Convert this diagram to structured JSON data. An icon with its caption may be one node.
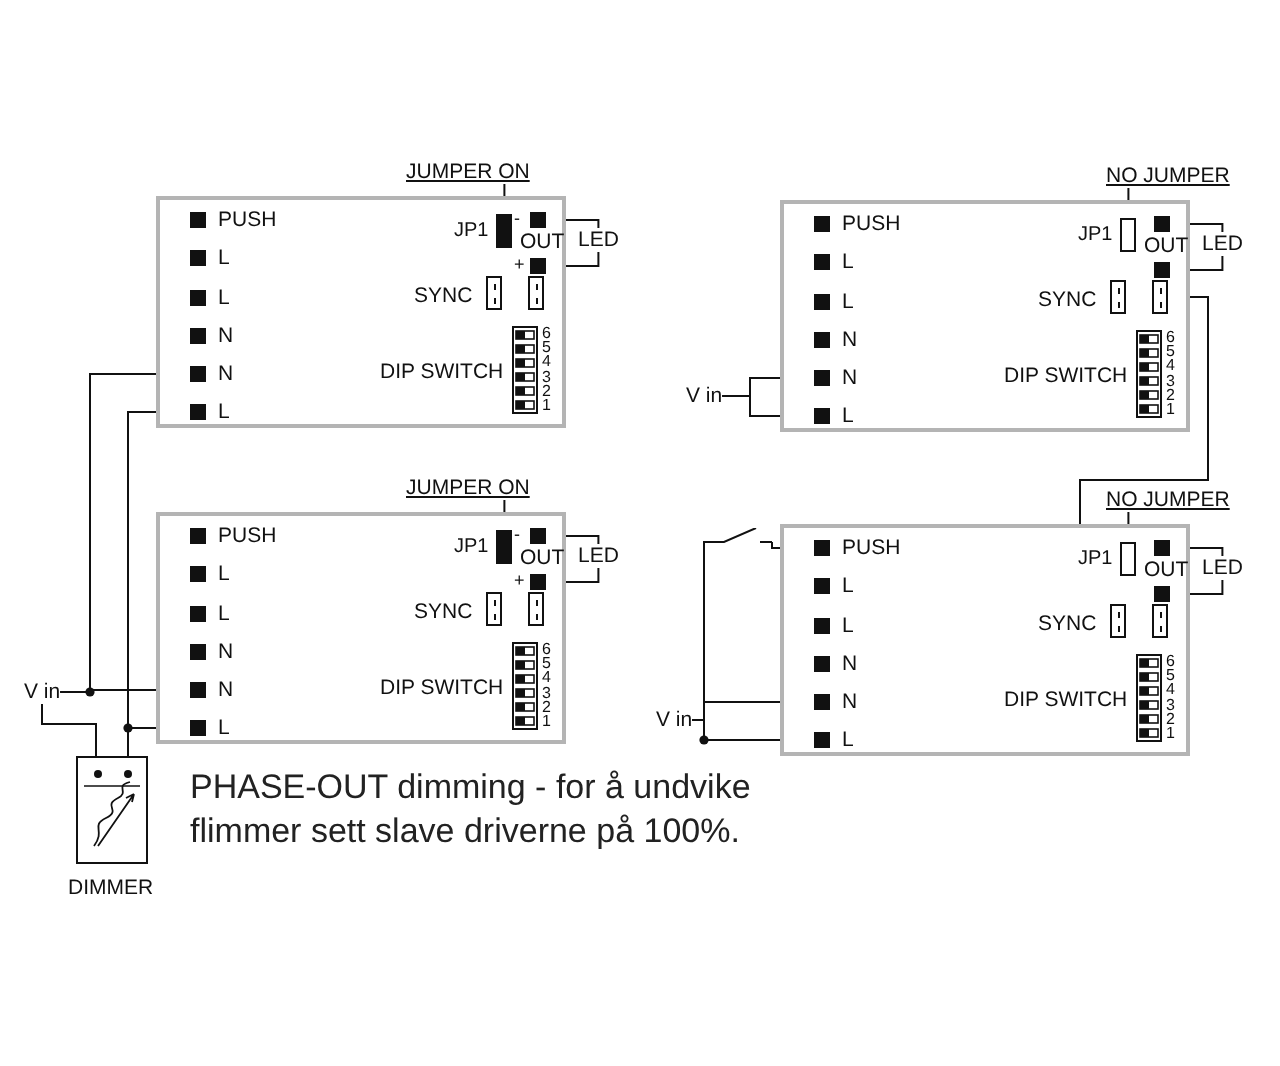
{
  "diagram": {
    "caption": "PHASE-OUT dimming - for å undvike flimmer sett slave driverne på 100%.",
    "nodes": [
      {
        "text": [
          "JUMPER ON"
        ]
      },
      {
        "text": [],
        "shape": "box"
      },
      {
        "text": [
          "PUSH"
        ],
        "in": 1
      },
      {
        "text": [
          "L"
        ],
        "in": 1
      },
      {
        "text": [
          "L"
        ],
        "in": 1
      },
      {
        "text": [
          "N"
        ],
        "in": 1
      },
      {
        "text": [
          "N"
        ],
        "in": 1
      },
      {
        "text": [
          "L"
        ],
        "in": 1
      },
      {
        "text": [
          "JP1"
        ],
        "in": 1
      },
      {
        "text": [],
        "shape": "box",
        "in": 1,
        "beside": [
          "-"
        ]
      },
      {
        "text": [],
        "shape": "box",
        "in": 1,
        "beside": [
          "+"
        ]
      },
      {
        "text": [
          "LED"
        ]
      },
      {
        "text": [],
        "shape": "box",
        "in": 1
      },
      {
        "text": [],
        "shape": "box",
        "in": 1
      },
      {
        "text": [],
        "shape": "box",
        "in": 1,
        "beside": [
          "6",
          "5",
          "4",
          "3",
          "2",
          "1"
        ]
      },
      {
        "text": [
          "NO JUMPER"
        ]
      },
      {
        "text": [],
        "shape": "box"
      },
      {
        "text": [
          "PUSH"
        ],
        "in": 16
      },
      {
        "text": [
          "L"
        ],
        "in": 16
      },
      {
        "text": [
          "L"
        ],
        "in": 16
      },
      {
        "text": [
          "N"
        ],
        "in": 16
      },
      {
        "text": [
          "N"
        ],
        "in": 16
      },
      {
        "text": [
          "L"
        ],
        "in": 16
      },
      {
        "text": [
          "JP1"
        ],
        "in": 16
      },
      {
        "text": [],
        "shape": "box",
        "in": 16
      },
      {
        "text": [],
        "shape": "box",
        "in": 16
      },
      {
        "text": [
          "LED"
        ]
      },
      {
        "text": [],
        "shape": "box",
        "in": 16
      },
      {
        "text": [],
        "shape": "box",
        "in": 16
      },
      {
        "text": [],
        "shape": "box",
        "in": 16,
        "beside": [
          "6",
          "5",
          "4",
          "3",
          "2",
          "1"
        ]
      },
      {
        "text": [
          "JUMPER ON"
        ]
      },
      {
        "text": [],
        "shape": "box"
      },
      {
        "text": [
          "PUSH"
        ],
        "in": 31
      },
      {
        "text": [
          "L"
        ],
        "in": 31
      },
      {
        "text": [
          "L"
        ],
        "in": 31
      },
      {
        "text": [
          "N"
        ],
        "in": 31
      },
      {
        "text": [
          "N"
        ],
        "in": 31
      },
      {
        "text": [
          "L"
        ],
        "in": 31
      },
      {
        "text": [
          "JP1"
        ],
        "in": 31
      },
      {
        "text": [],
        "shape": "box",
        "in": 31,
        "beside": [
          "-"
        ]
      },
      {
        "text": [],
        "shape": "box",
        "in": 31,
        "beside": [
          "+"
        ]
      },
      {
        "text": [
          "LED"
        ]
      },
      {
        "text": [],
        "shape": "box",
        "in": 31
      },
      {
        "text": [],
        "shape": "box",
        "in": 31
      },
      {
        "text": [],
        "shape": "box",
        "in": 31,
        "beside": [
          "6",
          "5",
          "4",
          "3",
          "2",
          "1"
        ]
      },
      {
        "text": [
          "NO JUMPER"
        ]
      },
      {
        "text": [],
        "shape": "box"
      },
      {
        "text": [
          "PUSH"
        ],
        "in": 46
      },
      {
        "text": [
          "L"
        ],
        "in": 46
      },
      {
        "text": [
          "L"
        ],
        "in": 46
      },
      {
        "text": [
          "N"
        ],
        "in": 46
      },
      {
        "text": [
          "N"
        ],
        "in": 46
      },
      {
        "text": [
          "L"
        ],
        "in": 46
      },
      {
        "text": [
          "JP1"
        ],
        "in": 46
      },
      {
        "text": [],
        "shape": "box",
        "in": 46
      },
      {
        "text": [],
        "shape": "box",
        "in": 46
      },
      {
        "text": [
          "LED"
        ]
      },
      {
        "text": [],
        "shape": "box",
        "in": 46
      },
      {
        "text": [],
        "shape": "box",
        "in": 46
      },
      {
        "text": [],
        "shape": "box",
        "in": 46,
        "beside": [
          "6",
          "5",
          "4",
          "3",
          "2",
          "1"
        ]
      },
      {
        "text": [
          "V in"
        ]
      },
      {
        "text": [
          "DIMMER"
        ]
      },
      {
        "text": [
          "V in"
        ]
      },
      {
        "text": [
          "V in"
        ]
      },
      {
        "text": [],
        "shape": "switch"
      }
    ],
    "edges": [
      {
        "from": 0,
        "to": 8,
        "arrow": "none"
      },
      {
        "from": 9,
        "to": 11,
        "arrow": "none"
      },
      {
        "from": 10,
        "to": 11,
        "arrow": "none"
      },
      {
        "from": 15,
        "to": 23,
        "arrow": "none"
      },
      {
        "from": 24,
        "to": 26,
        "arrow": "none"
      },
      {
        "from": 25,
        "to": 26,
        "arrow": "none"
      },
      {
        "from": 30,
        "to": 38,
        "arrow": "none"
      },
      {
        "from": 39,
        "to": 41,
        "arrow": "none"
      },
      {
        "from": 40,
        "to": 41,
        "arrow": "none"
      },
      {
        "from": 45,
        "to": 53,
        "arrow": "none"
      },
      {
        "from": 54,
        "to": 56,
        "arrow": "none"
      },
      {
        "from": 55,
        "to": 56,
        "arrow": "none"
      },
      {
        "from": 60,
        "to": 6,
        "arrow": "none"
      },
      {
        "from": 60,
        "to": 36,
        "arrow": "none"
      },
      {
        "from": 60,
        "to": 61,
        "arrow": "none"
      },
      {
        "from": 61,
        "to": 7,
        "arrow": "none"
      },
      {
        "from": 61,
        "to": 37,
        "arrow": "none"
      },
      {
        "from": 62,
        "to": 21,
        "arrow": "none"
      },
      {
        "from": 62,
        "to": 22,
        "arrow": "none"
      },
      {
        "from": 28,
        "to": 57,
        "arrow": "none"
      },
      {
        "from": 63,
        "to": 64,
        "arrow": "none"
      },
      {
        "from": 64,
        "to": 47,
        "arrow": "none"
      },
      {
        "from": 63,
        "to": 51,
        "arrow": "none"
      },
      {
        "from": 63,
        "to": 52,
        "arrow": "none"
      }
    ],
    "labels": [
      "OUT",
      "SYNC",
      "DIP SWITCH",
      "OUT",
      "SYNC",
      "DIP SWITCH",
      "OUT",
      "SYNC",
      "DIP SWITCH",
      "OUT",
      "SYNC",
      "DIP SWITCH"
    ]
  }
}
